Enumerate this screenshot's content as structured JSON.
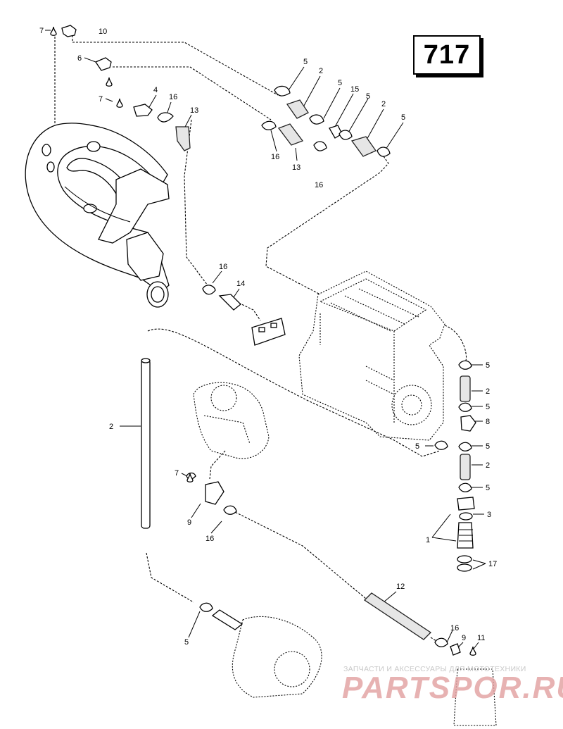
{
  "diagram_number": "717",
  "callouts": {
    "c7a": "7",
    "c10": "10",
    "c6": "6",
    "c7b": "7",
    "c4": "4",
    "c16a": "16",
    "c13a": "13",
    "c5a": "5",
    "c2a": "2",
    "c5b": "5",
    "c15": "15",
    "c5c": "5",
    "c2b": "2",
    "c5d": "5",
    "c16b": "16",
    "c13b": "13",
    "c16c": "16",
    "c16d": "16",
    "c14": "14",
    "c5e": "5",
    "c2c": "2",
    "c5f": "5",
    "c8": "8",
    "c5g": "5",
    "c5h": "5",
    "c2d": "2",
    "c5i": "5",
    "c3": "3",
    "c1": "1",
    "c17": "17",
    "c2e": "2",
    "c7c": "7",
    "c9a": "9",
    "c16e": "16",
    "c12": "12",
    "c5j": "5",
    "c16f": "16",
    "c9b": "9",
    "c11": "11"
  },
  "watermark": {
    "tagline": "ЗАПЧАСТИ И АКСЕССУАРЫ ДЛЯ МОТОТЕХНИКИ",
    "logo": "PARTSPOR.RU"
  }
}
